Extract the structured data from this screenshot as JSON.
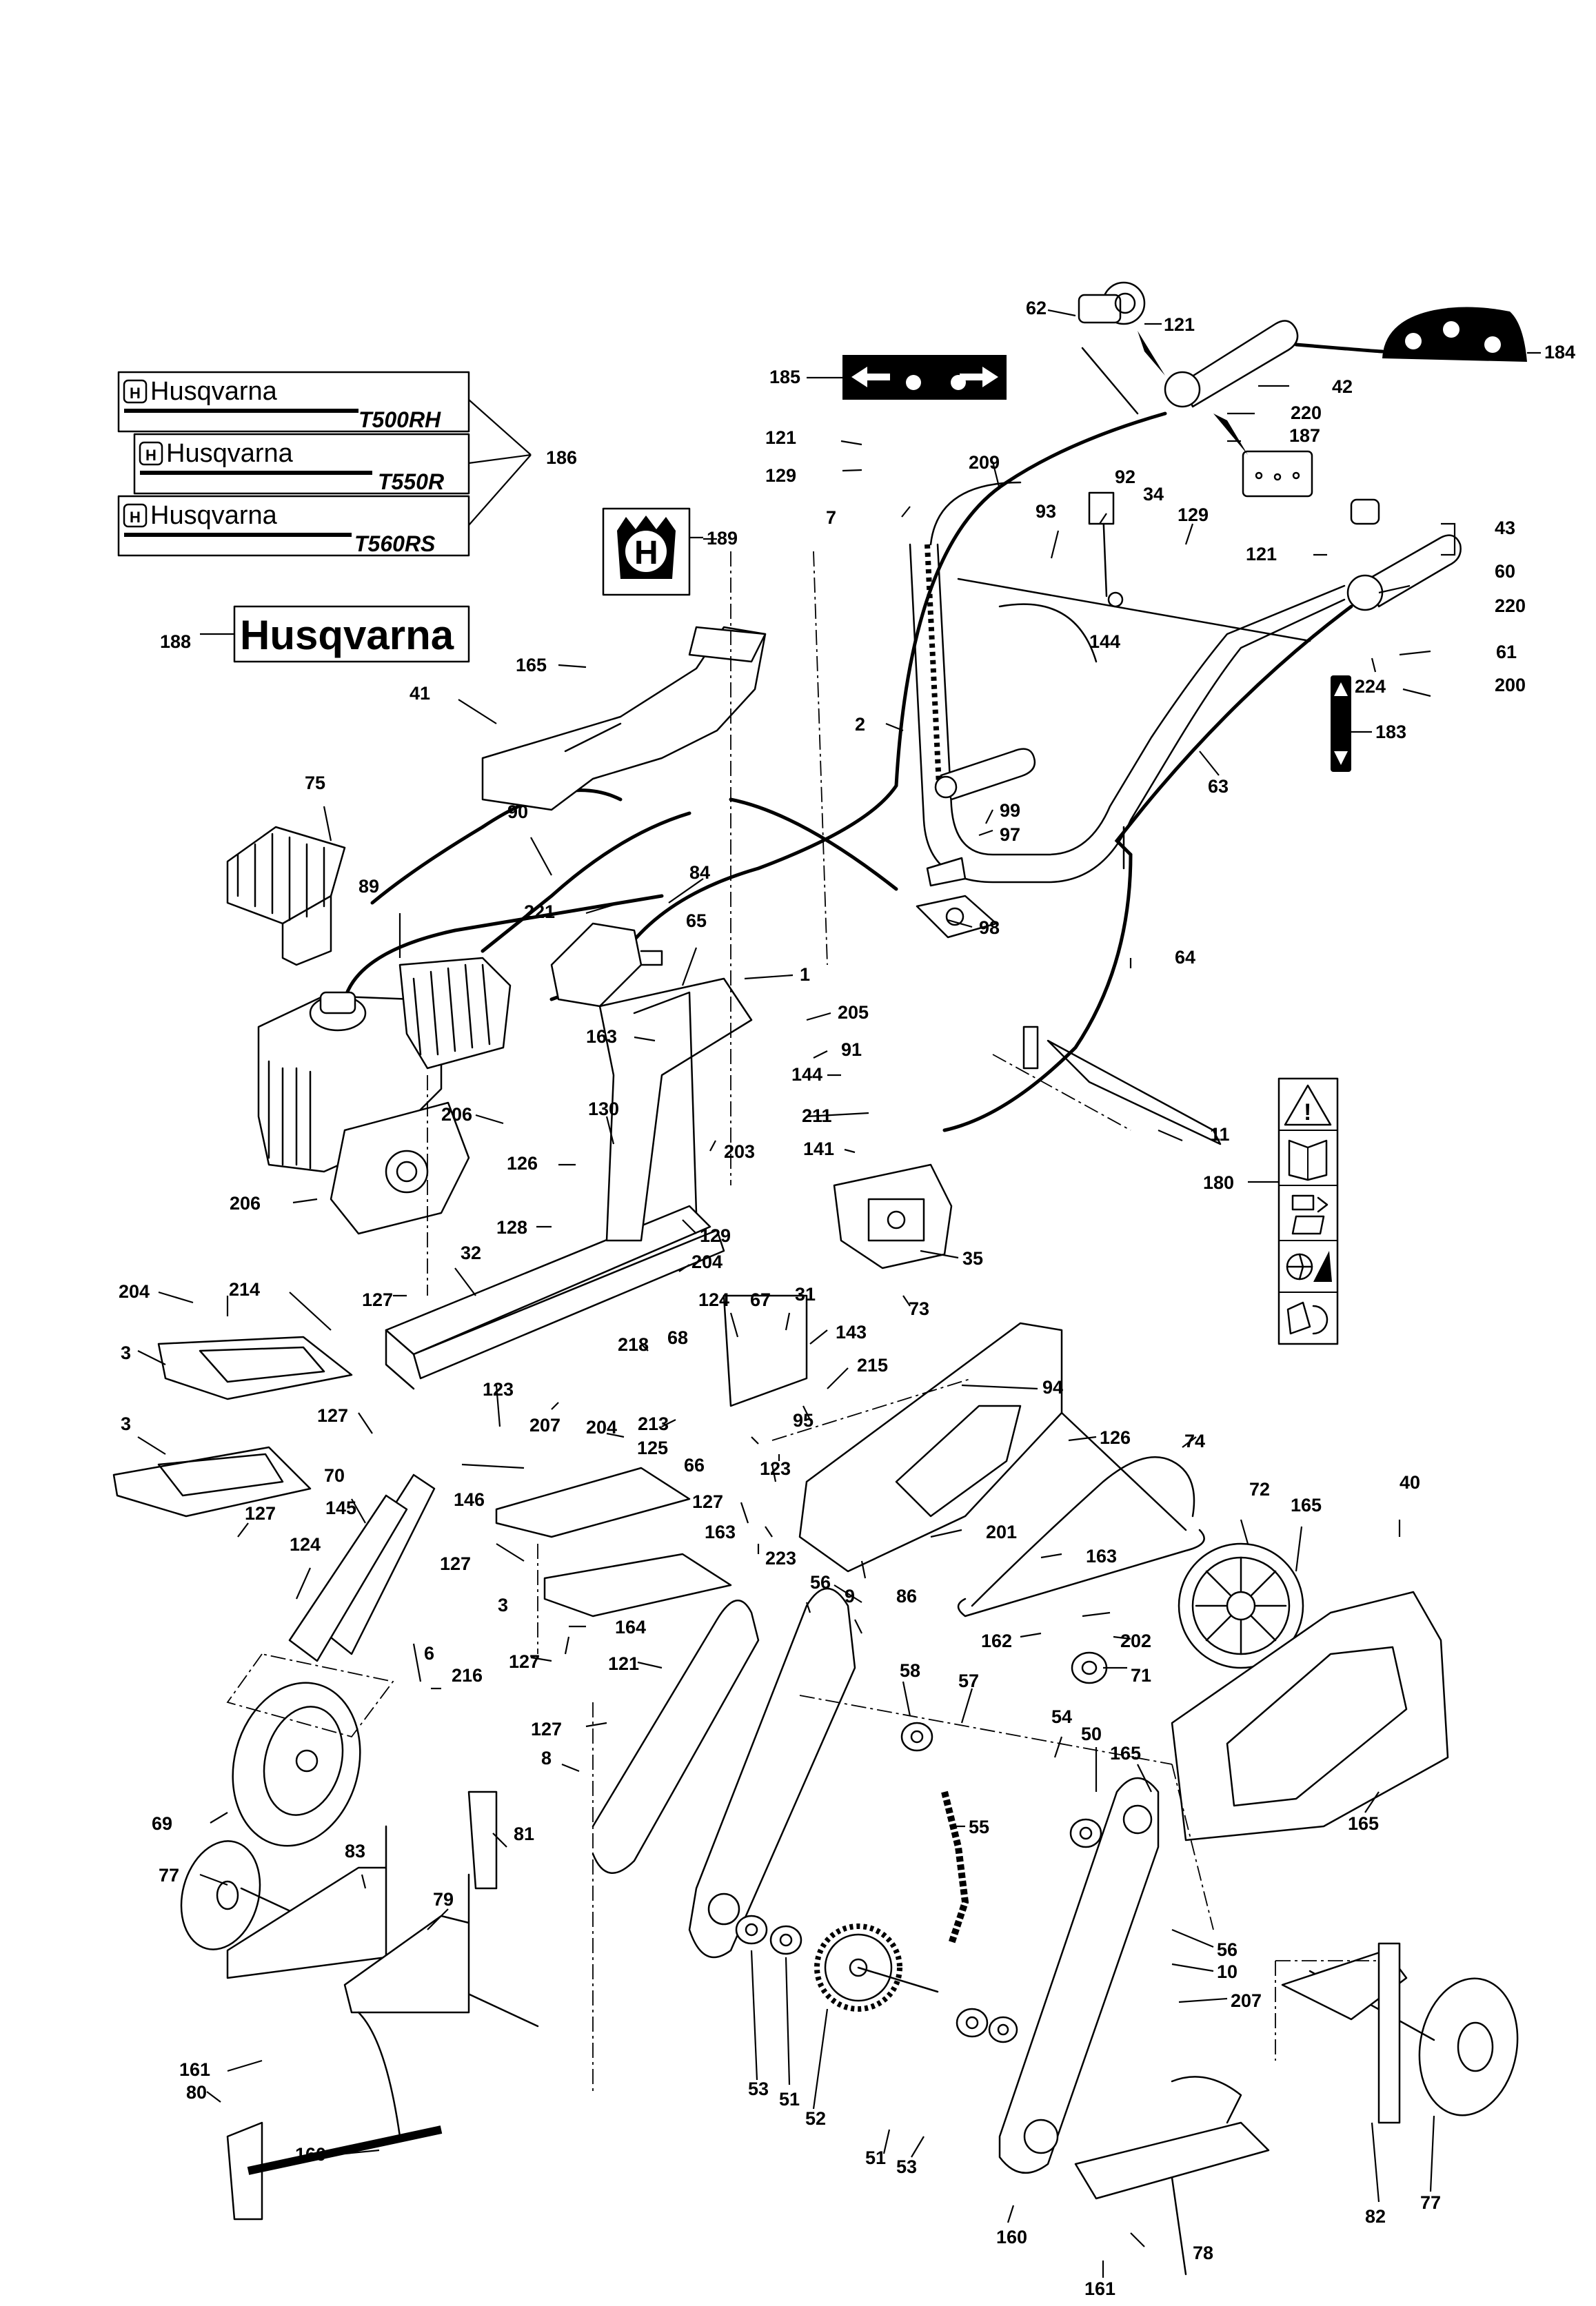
{
  "labels": {
    "decals": {
      "brand": "Husqvarna",
      "models": [
        "T500RH",
        "T550R",
        "T560RS"
      ]
    }
  },
  "callouts": [
    {
      "id": "62",
      "text": "62"
    },
    {
      "id": "121a",
      "text": "121"
    },
    {
      "id": "184",
      "text": "184"
    },
    {
      "id": "185",
      "text": "185"
    },
    {
      "id": "42",
      "text": "42"
    },
    {
      "id": "220a",
      "text": "220"
    },
    {
      "id": "187",
      "text": "187"
    },
    {
      "id": "121b",
      "text": "121"
    },
    {
      "id": "129a",
      "text": "129"
    },
    {
      "id": "209",
      "text": "209"
    },
    {
      "id": "92",
      "text": "92"
    },
    {
      "id": "7",
      "text": "7"
    },
    {
      "id": "93",
      "text": "93"
    },
    {
      "id": "34",
      "text": "34"
    },
    {
      "id": "129b",
      "text": "129"
    },
    {
      "id": "43",
      "text": "43"
    },
    {
      "id": "121c",
      "text": "121"
    },
    {
      "id": "60",
      "text": "60"
    },
    {
      "id": "220b",
      "text": "220"
    },
    {
      "id": "61",
      "text": "61"
    },
    {
      "id": "224",
      "text": "224"
    },
    {
      "id": "200",
      "text": "200"
    },
    {
      "id": "144a",
      "text": "144"
    },
    {
      "id": "186",
      "text": "186"
    },
    {
      "id": "189",
      "text": "189"
    },
    {
      "id": "188",
      "text": "188"
    },
    {
      "id": "165a",
      "text": "165"
    },
    {
      "id": "41",
      "text": "41"
    },
    {
      "id": "2",
      "text": "2"
    },
    {
      "id": "63",
      "text": "63"
    },
    {
      "id": "183",
      "text": "183"
    },
    {
      "id": "75",
      "text": "75"
    },
    {
      "id": "99",
      "text": "99"
    },
    {
      "id": "97",
      "text": "97"
    },
    {
      "id": "90",
      "text": "90"
    },
    {
      "id": "89",
      "text": "89"
    },
    {
      "id": "84",
      "text": "84"
    },
    {
      "id": "221",
      "text": "221"
    },
    {
      "id": "98",
      "text": "98"
    },
    {
      "id": "65",
      "text": "65"
    },
    {
      "id": "64",
      "text": "64"
    },
    {
      "id": "1",
      "text": "1"
    },
    {
      "id": "163a",
      "text": "163"
    },
    {
      "id": "205",
      "text": "205"
    },
    {
      "id": "91",
      "text": "91"
    },
    {
      "id": "144b",
      "text": "144"
    },
    {
      "id": "130",
      "text": "130"
    },
    {
      "id": "206a",
      "text": "206"
    },
    {
      "id": "211",
      "text": "211"
    },
    {
      "id": "11",
      "text": "11"
    },
    {
      "id": "203",
      "text": "203"
    },
    {
      "id": "141",
      "text": "141"
    },
    {
      "id": "126a",
      "text": "126"
    },
    {
      "id": "206b",
      "text": "206"
    },
    {
      "id": "180",
      "text": "180"
    },
    {
      "id": "128",
      "text": "128"
    },
    {
      "id": "129c",
      "text": "129"
    },
    {
      "id": "32",
      "text": "32"
    },
    {
      "id": "35",
      "text": "35"
    },
    {
      "id": "204a",
      "text": "204"
    },
    {
      "id": "204b",
      "text": "204"
    },
    {
      "id": "214",
      "text": "214"
    },
    {
      "id": "127a",
      "text": "127"
    },
    {
      "id": "124a",
      "text": "124"
    },
    {
      "id": "67",
      "text": "67"
    },
    {
      "id": "31",
      "text": "31"
    },
    {
      "id": "73",
      "text": "73"
    },
    {
      "id": "3a",
      "text": "3"
    },
    {
      "id": "218",
      "text": "218"
    },
    {
      "id": "68",
      "text": "68"
    },
    {
      "id": "143",
      "text": "143"
    },
    {
      "id": "94",
      "text": "94"
    },
    {
      "id": "123a",
      "text": "123"
    },
    {
      "id": "215",
      "text": "215"
    },
    {
      "id": "3b",
      "text": "3"
    },
    {
      "id": "127b",
      "text": "127"
    },
    {
      "id": "207a",
      "text": "207"
    },
    {
      "id": "213",
      "text": "213"
    },
    {
      "id": "204c",
      "text": "204"
    },
    {
      "id": "95",
      "text": "95"
    },
    {
      "id": "126b",
      "text": "126"
    },
    {
      "id": "74",
      "text": "74"
    },
    {
      "id": "125",
      "text": "125"
    },
    {
      "id": "70",
      "text": "70"
    },
    {
      "id": "146",
      "text": "146"
    },
    {
      "id": "66",
      "text": "66"
    },
    {
      "id": "123b",
      "text": "123"
    },
    {
      "id": "127c",
      "text": "127"
    },
    {
      "id": "72",
      "text": "72"
    },
    {
      "id": "165b",
      "text": "165"
    },
    {
      "id": "40",
      "text": "40"
    },
    {
      "id": "145",
      "text": "145"
    },
    {
      "id": "127d",
      "text": "127"
    },
    {
      "id": "163b",
      "text": "163"
    },
    {
      "id": "201",
      "text": "201"
    },
    {
      "id": "127e",
      "text": "127"
    },
    {
      "id": "124b",
      "text": "124"
    },
    {
      "id": "223",
      "text": "223"
    },
    {
      "id": "163c",
      "text": "163"
    },
    {
      "id": "86",
      "text": "86"
    },
    {
      "id": "3c",
      "text": "3"
    },
    {
      "id": "56a",
      "text": "56"
    },
    {
      "id": "9",
      "text": "9"
    },
    {
      "id": "164",
      "text": "164"
    },
    {
      "id": "162",
      "text": "162"
    },
    {
      "id": "202",
      "text": "202"
    },
    {
      "id": "6",
      "text": "6"
    },
    {
      "id": "127f",
      "text": "127"
    },
    {
      "id": "121d",
      "text": "121"
    },
    {
      "id": "58",
      "text": "58"
    },
    {
      "id": "71",
      "text": "71"
    },
    {
      "id": "216",
      "text": "216"
    },
    {
      "id": "57",
      "text": "57"
    },
    {
      "id": "127g",
      "text": "127"
    },
    {
      "id": "54",
      "text": "54"
    },
    {
      "id": "50",
      "text": "50"
    },
    {
      "id": "165c",
      "text": "165"
    },
    {
      "id": "8",
      "text": "8"
    },
    {
      "id": "165d",
      "text": "165"
    },
    {
      "id": "69",
      "text": "69"
    },
    {
      "id": "55",
      "text": "55"
    },
    {
      "id": "81",
      "text": "81"
    },
    {
      "id": "83",
      "text": "83"
    },
    {
      "id": "77a",
      "text": "77"
    },
    {
      "id": "79",
      "text": "79"
    },
    {
      "id": "56b",
      "text": "56"
    },
    {
      "id": "10",
      "text": "10"
    },
    {
      "id": "207b",
      "text": "207"
    },
    {
      "id": "161a",
      "text": "161"
    },
    {
      "id": "53a",
      "text": "53"
    },
    {
      "id": "51a",
      "text": "51"
    },
    {
      "id": "80",
      "text": "80"
    },
    {
      "id": "52",
      "text": "52"
    },
    {
      "id": "160a",
      "text": "160"
    },
    {
      "id": "51b",
      "text": "51"
    },
    {
      "id": "53b",
      "text": "53"
    },
    {
      "id": "82",
      "text": "82"
    },
    {
      "id": "77b",
      "text": "77"
    },
    {
      "id": "160b",
      "text": "160"
    },
    {
      "id": "78",
      "text": "78"
    },
    {
      "id": "161b",
      "text": "161"
    }
  ]
}
